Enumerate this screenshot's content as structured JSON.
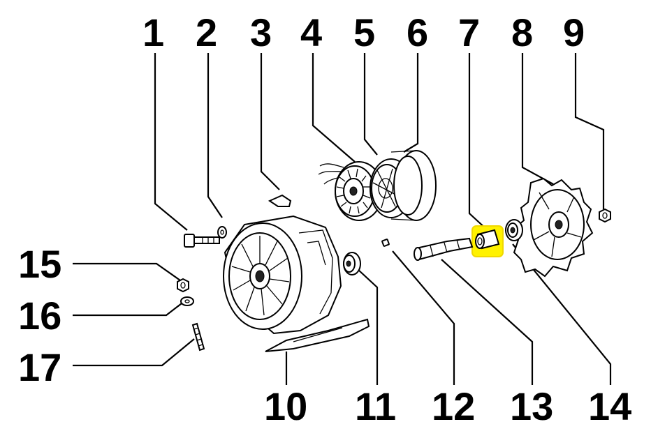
{
  "callouts": [
    {
      "id": "1",
      "label": "1"
    },
    {
      "id": "2",
      "label": "2"
    },
    {
      "id": "3",
      "label": "3"
    },
    {
      "id": "4",
      "label": "4"
    },
    {
      "id": "5",
      "label": "5"
    },
    {
      "id": "6",
      "label": "6"
    },
    {
      "id": "7",
      "label": "7"
    },
    {
      "id": "8",
      "label": "8"
    },
    {
      "id": "9",
      "label": "9"
    },
    {
      "id": "10",
      "label": "10"
    },
    {
      "id": "11",
      "label": "11"
    },
    {
      "id": "12",
      "label": "12"
    },
    {
      "id": "13",
      "label": "13"
    },
    {
      "id": "14",
      "label": "14"
    },
    {
      "id": "15",
      "label": "15"
    },
    {
      "id": "16",
      "label": "16"
    },
    {
      "id": "17",
      "label": "17"
    }
  ],
  "highlight": {
    "part": "7",
    "color": "#fff200"
  },
  "colors": {
    "ink": "#000000",
    "background": "#ffffff"
  }
}
